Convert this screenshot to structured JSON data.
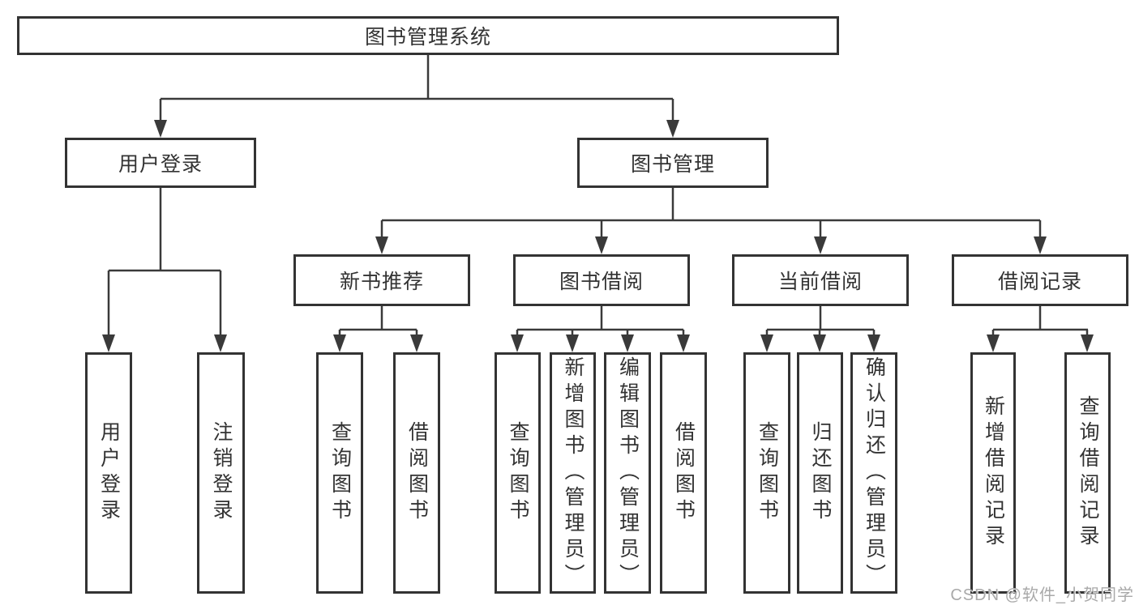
{
  "root_label": "图书管理系统",
  "level2": {
    "left": "用户登录",
    "right": "图书管理"
  },
  "level3": [
    "新书推荐",
    "图书借阅",
    "当前借阅",
    "借阅记录"
  ],
  "leaves": {
    "user_login": [
      "用户登录",
      "注销登录"
    ],
    "new_book_recommend": [
      "查询图书",
      "借阅图书"
    ],
    "book_borrow": [
      "查询图书",
      "新增图书（管理员）",
      "编辑图书（管理员）",
      "借阅图书"
    ],
    "current_borrow": [
      "查询图书",
      "归还图书",
      "确认归还（管理员）"
    ],
    "borrow_records": [
      "新增借阅记录",
      "查询借阅记录"
    ]
  },
  "watermark": "CSDN @软件_小贺同学",
  "colors": {
    "line": "#3a3a3a",
    "border": "#333333",
    "text": "#333333",
    "watermark": "#a9a9a9",
    "background": "#ffffff"
  }
}
